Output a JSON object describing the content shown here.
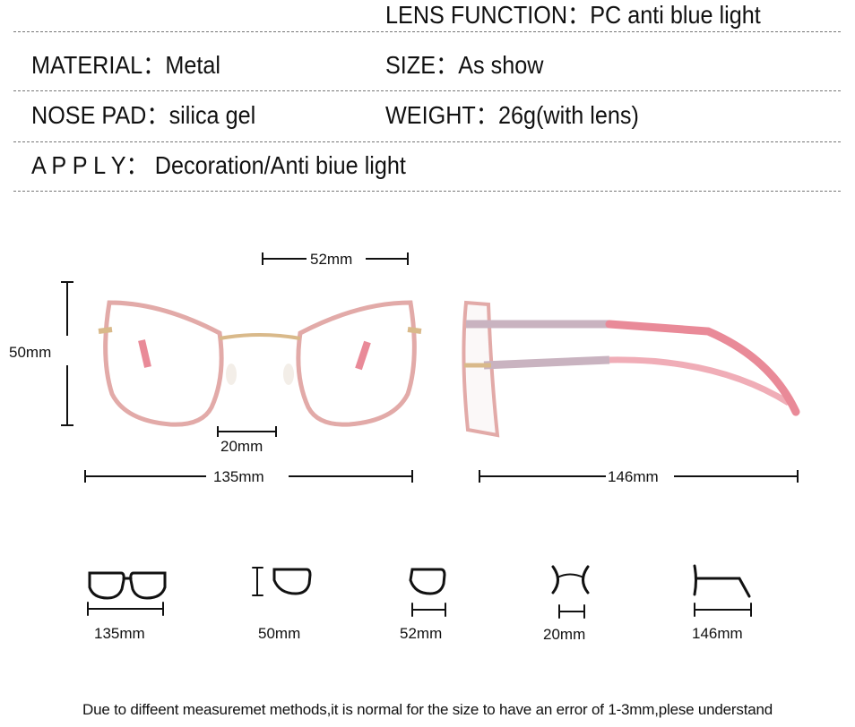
{
  "specs": {
    "lens_function": "LENS FUNCTION：PC anti blue light",
    "material": "MATERIAL：Metal",
    "size": "SIZE：As show",
    "nose_pad": "NOSE PAD：silica gel",
    "weight": "WEIGHT：26g(with lens)",
    "apply": "A P P L Y：  Decoration/Anti biue light"
  },
  "dimensions": {
    "lens_width": "52mm",
    "lens_height": "50mm",
    "bridge": "20mm",
    "frame_width": "135mm",
    "temple_length": "146mm"
  },
  "icons": [
    {
      "icon": "frame-width-icon",
      "label": "135mm"
    },
    {
      "icon": "lens-height-icon",
      "label": "50mm"
    },
    {
      "icon": "lens-width-icon",
      "label": "52mm"
    },
    {
      "icon": "bridge-icon",
      "label": "20mm"
    },
    {
      "icon": "temple-icon",
      "label": "146mm"
    }
  ],
  "colors": {
    "frame_pink": "#e2aaa8",
    "gold": "#d9b98a",
    "temple_pink": "#e98a98"
  },
  "footer": "Due to diffeent measuremet methods,it is normal for the size to have an error of 1-3mm,plese understand"
}
